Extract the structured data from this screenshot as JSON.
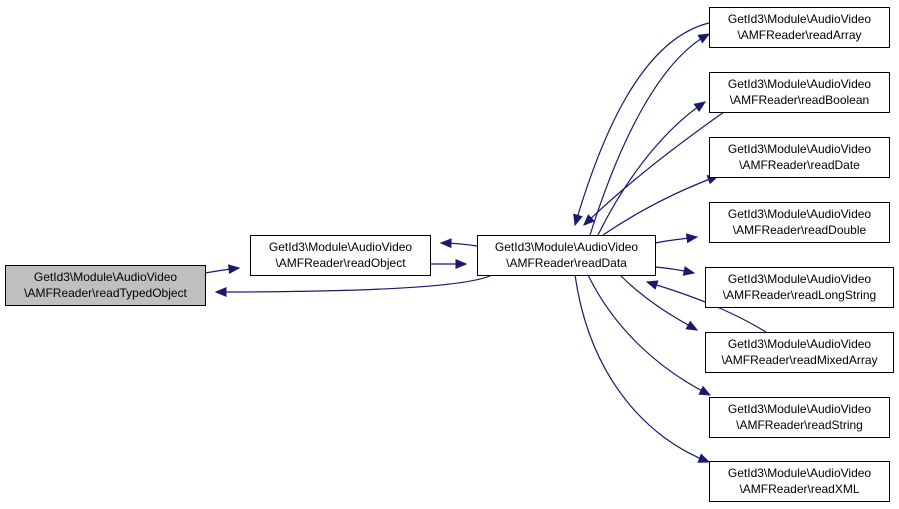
{
  "diagram": {
    "colors": {
      "edge": "#191970",
      "node_border": "#000000",
      "node_fill": "#ffffff",
      "highlight_fill": "#bfbfbf"
    },
    "nodes": [
      {
        "id": "readTypedObject",
        "line1": "GetId3\\Module\\AudioVideo",
        "line2": "\\AMFReader\\readTypedObject",
        "highlighted": true
      },
      {
        "id": "readObject",
        "line1": "GetId3\\Module\\AudioVideo",
        "line2": "\\AMFReader\\readObject",
        "highlighted": false
      },
      {
        "id": "readData",
        "line1": "GetId3\\Module\\AudioVideo",
        "line2": "\\AMFReader\\readData",
        "highlighted": false
      },
      {
        "id": "readArray",
        "line1": "GetId3\\Module\\AudioVideo",
        "line2": "\\AMFReader\\readArray",
        "highlighted": false
      },
      {
        "id": "readBoolean",
        "line1": "GetId3\\Module\\AudioVideo",
        "line2": "\\AMFReader\\readBoolean",
        "highlighted": false
      },
      {
        "id": "readDate",
        "line1": "GetId3\\Module\\AudioVideo",
        "line2": "\\AMFReader\\readDate",
        "highlighted": false
      },
      {
        "id": "readDouble",
        "line1": "GetId3\\Module\\AudioVideo",
        "line2": "\\AMFReader\\readDouble",
        "highlighted": false
      },
      {
        "id": "readLongString",
        "line1": "GetId3\\Module\\AudioVideo",
        "line2": "\\AMFReader\\readLongString",
        "highlighted": false
      },
      {
        "id": "readMixedArray",
        "line1": "GetId3\\Module\\AudioVideo",
        "line2": "\\AMFReader\\readMixedArray",
        "highlighted": false
      },
      {
        "id": "readString",
        "line1": "GetId3\\Module\\AudioVideo",
        "line2": "\\AMFReader\\readString",
        "highlighted": false
      },
      {
        "id": "readXML",
        "line1": "GetId3\\Module\\AudioVideo",
        "line2": "\\AMFReader\\readXML",
        "highlighted": false
      }
    ],
    "edges": [
      {
        "from": "readTypedObject",
        "to": "readObject"
      },
      {
        "from": "readObject",
        "to": "readData"
      },
      {
        "from": "readData",
        "to": "readObject"
      },
      {
        "from": "readData",
        "to": "readTypedObject"
      },
      {
        "from": "readData",
        "to": "readArray"
      },
      {
        "from": "readArray",
        "to": "readData"
      },
      {
        "from": "readData",
        "to": "readBoolean"
      },
      {
        "from": "readBoolean",
        "to": "readData"
      },
      {
        "from": "readData",
        "to": "readDate"
      },
      {
        "from": "readData",
        "to": "readDouble"
      },
      {
        "from": "readData",
        "to": "readLongString"
      },
      {
        "from": "readData",
        "to": "readMixedArray"
      },
      {
        "from": "readMixedArray",
        "to": "readData"
      },
      {
        "from": "readData",
        "to": "readString"
      },
      {
        "from": "readData",
        "to": "readXML"
      }
    ]
  }
}
